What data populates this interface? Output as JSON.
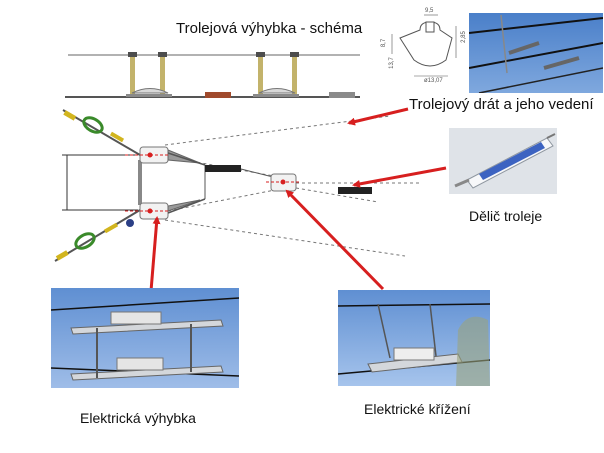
{
  "title": "Trolejová výhybka - schéma",
  "labels": {
    "wire": "Trolejový drát a jeho vedení",
    "divider": "Dělič troleje",
    "switch": "Elektrická výhybka",
    "crossing": "Elektrické křížení"
  },
  "profile_dims": {
    "d1": "9,5",
    "d2": "2,85",
    "d3": "8,7",
    "d4": "13,7",
    "d5": "ø13,07"
  },
  "colors": {
    "arrow": "#d71f1f",
    "sky": "#5f8fd2",
    "hanger_green": "#3a8a2a",
    "hanger_yellow": "#d2b51e",
    "dashed_line": "#777777"
  },
  "icons": [
    "arrow-icon",
    "insulator-icon",
    "hanger-icon",
    "trolley-profile-icon"
  ]
}
